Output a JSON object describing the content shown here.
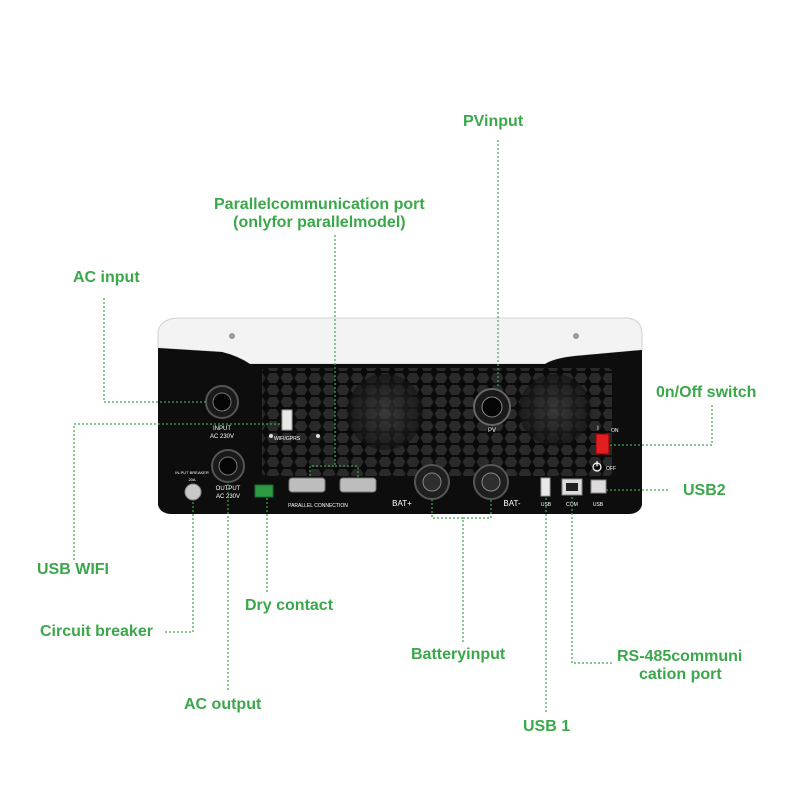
{
  "colors": {
    "label_green": "#3aa84a",
    "leader_line": "#3aa84a",
    "body_black": "#111111",
    "top_cover": "#f2f2f2",
    "switch_red": "#e02020"
  },
  "callouts": {
    "pv_input": "PVinput",
    "parallel_port_line1": "Parallelcommunication port",
    "parallel_port_line2": "(onlyfor parallelmodel)",
    "ac_input": "AC input",
    "on_off_switch": "0n/Off switch",
    "usb2": "USB2",
    "usb_wifi": "USB WIFI",
    "dry_contact": "Dry contact",
    "circuit_breaker": "Circuit breaker",
    "battery_input": "Batteryinput",
    "rs485_line1": "RS-485communi",
    "rs485_line2": "cation port",
    "ac_output": "AC output",
    "usb1": "USB 1"
  },
  "panel_text": {
    "input": "INPUT",
    "input_voltage": "AC 230V",
    "output": "OUTPUT",
    "output_voltage": "AC 230V",
    "wifi_gprs": "WIFI/GPRS",
    "pv": "PV",
    "bat_plus": "BAT+",
    "bat_minus": "BAT-",
    "usb_a": "USB",
    "com": "COM",
    "usb_b": "USB",
    "on": "ON",
    "off": "OFF",
    "switch_on_mark": "I",
    "breaker": "IN-PUT BREAKER",
    "breaker_rating": "20A",
    "parallel_connection": "PARALLEL CONNECTION"
  },
  "icons": {
    "power_icon": "power-symbol-icon",
    "fan": "fan-grille-icon",
    "honeycomb": "honeycomb-vent-pattern"
  }
}
